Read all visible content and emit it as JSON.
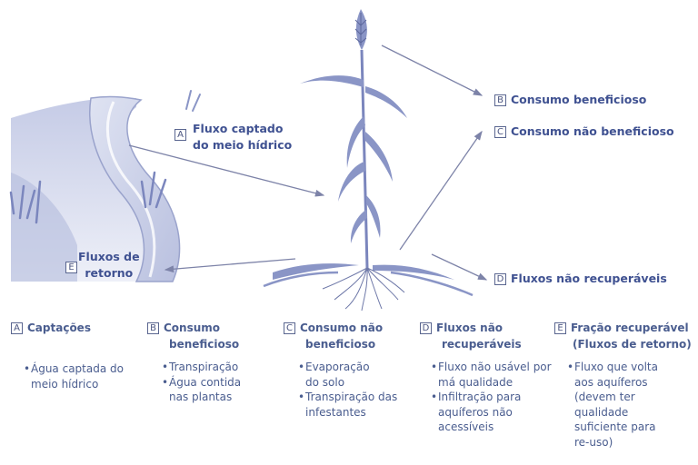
{
  "diagram_labels": {
    "a": {
      "letter": "A",
      "line1": "Fluxo captado",
      "line2": "do meio hídrico"
    },
    "b": {
      "letter": "B",
      "text": "Consumo beneficioso"
    },
    "c": {
      "letter": "C",
      "text": "Consumo não beneficioso"
    },
    "d": {
      "letter": "D",
      "text": "Fluxos não recuperáveis"
    },
    "e": {
      "letter": "E",
      "line1": "Fluxos de",
      "line2": "retorno"
    }
  },
  "legend": [
    {
      "letter": "A",
      "title1": "Captações",
      "title2": "",
      "items": [
        "Água captada do meio hídrico"
      ]
    },
    {
      "letter": "B",
      "title1": "Consumo",
      "title2": "beneficioso",
      "items": [
        "Transpiração",
        "Água contida nas plantas"
      ]
    },
    {
      "letter": "C",
      "title1": "Consumo não",
      "title2": "beneficioso",
      "items": [
        "Evaporação do solo",
        "Transpiração das infestantes"
      ]
    },
    {
      "letter": "D",
      "title1": "Fluxos não",
      "title2": "recuperáveis",
      "items": [
        "Fluxo não usável por má qualidade",
        "Infiltração para aquíferos não acessíveis"
      ]
    },
    {
      "letter": "E",
      "title1": "Fração recuperável",
      "title2": "(Fluxos de retorno)",
      "items": [
        "Fluxo que volta aos aquíferos (devem ter qualidade suficiente para re-uso)"
      ]
    }
  ],
  "colors": {
    "text": "#3f5191",
    "illustration": "#8a95c6",
    "arrow": "#7d83a8"
  }
}
